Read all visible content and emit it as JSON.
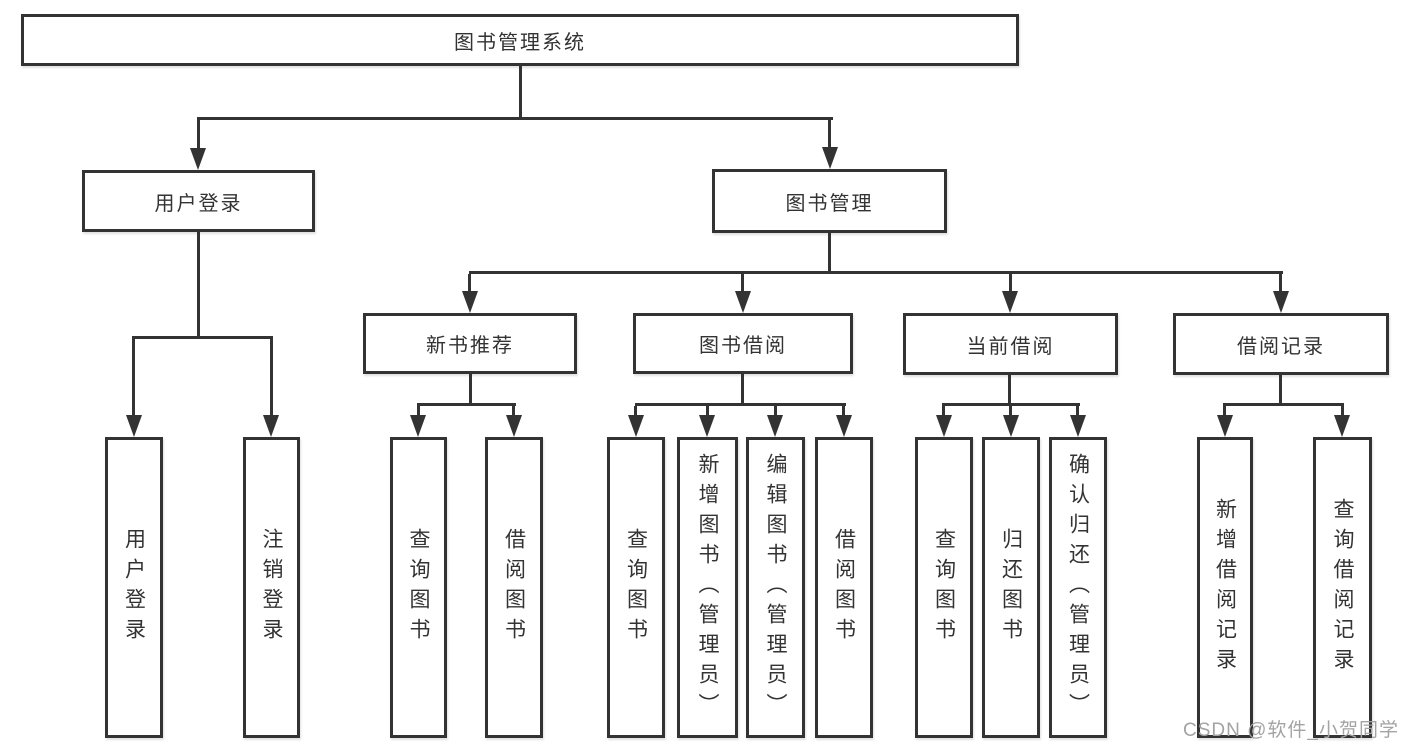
{
  "diagram": {
    "root": {
      "label": "图书管理系统"
    },
    "branches": [
      {
        "label": "用户登录",
        "children": [
          {
            "label": "用户登录"
          },
          {
            "label": "注销登录"
          }
        ]
      },
      {
        "label": "图书管理",
        "sections": [
          {
            "label": "新书推荐",
            "children": [
              {
                "label": "查询图书"
              },
              {
                "label": "借阅图书"
              }
            ]
          },
          {
            "label": "图书借阅",
            "children": [
              {
                "label": "查询图书"
              },
              {
                "label": "新增图书（管理员）"
              },
              {
                "label": "编辑图书（管理员）"
              },
              {
                "label": "借阅图书"
              }
            ]
          },
          {
            "label": "当前借阅",
            "children": [
              {
                "label": "查询图书"
              },
              {
                "label": "归还图书"
              },
              {
                "label": "确认归还（管理员）"
              }
            ]
          },
          {
            "label": "借阅记录",
            "children": [
              {
                "label": "新增借阅记录"
              },
              {
                "label": "查询借阅记录"
              }
            ]
          }
        ]
      }
    ]
  },
  "watermark": {
    "text": "CSDN @软件_小贺同学"
  },
  "colors": {
    "line": "#333333",
    "box_border": "#333333",
    "box_fill": "#ffffff",
    "text": "#333333",
    "watermark_text": "#a3a3a3",
    "background": "#ffffff"
  }
}
